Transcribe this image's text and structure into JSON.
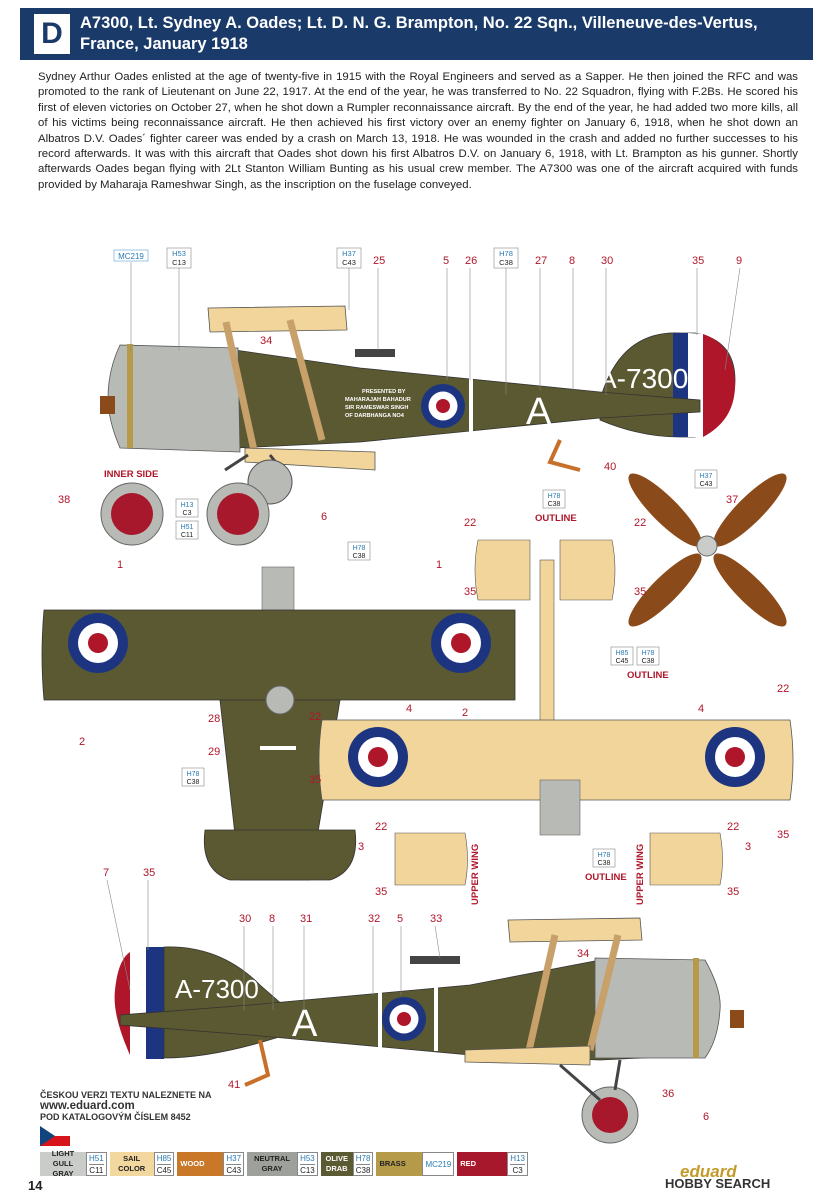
{
  "header": {
    "letter": "D",
    "title": "A7300, Lt. Sydney A. Oades; Lt. D. N. G. Brampton, No. 22 Sqn., Villeneuve-des-Vertus, France, January 1918"
  },
  "description": "Sydney Arthur Oades enlisted at the age of twenty-five in 1915 with the Royal Engineers and served as a Sapper. He then joined the RFC and was promoted to the rank of Lieutenant on June 22, 1917. At the end of the year, he was transferred to No. 22 Squadron, flying with F.2Bs. He scored his first of eleven victories on October 27, when he shot down a Rumpler reconnaissance aircraft. By the end of the year, he had added two more kills, all of his victims being reconnaissance aircraft. He then achieved his first victory over an enemy fighter on January 6, 1918, when he shot down an Albatros D.V. Oades´ fighter career was ended by a crash on March 13, 1918. He was wounded in the crash and added no further successes to his record afterwards. It was with this aircraft that Oades shot down his first Albatros D.V. on January 6, 1918, with Lt. Brampton as his gunner. Shortly afterwards Oades began flying with 2Lt Stanton William Bunting as his usual crew member. The A7300 was one of the aircraft acquired with funds provided by Maharaja Rameshwar Singh, as the inscription on the fuselage conveyed.",
  "markings": {
    "serial": "A-7300",
    "letter": "A",
    "inscription": [
      "PRESENTED BY",
      "MAHARAJAH BAHADUR",
      "SIR RAMESWAR SINGH",
      "OF DARBHANGA NO4"
    ]
  },
  "labels": {
    "inner_side": "INNER SIDE",
    "outline": "OUTLINE",
    "upper_wing": "UPPER WING"
  },
  "callouts": {
    "top_profile": [
      "25",
      "5",
      "26",
      "27",
      "8",
      "30",
      "35",
      "9",
      "34",
      "40"
    ],
    "wheel": [
      "38",
      "6"
    ],
    "propeller": [
      "37"
    ],
    "upper_view": [
      "1",
      "2",
      "28",
      "29"
    ],
    "lower_view": [
      "22",
      "35",
      "4",
      "3",
      "2"
    ],
    "bottom_profile": [
      "7",
      "35",
      "30",
      "8",
      "31",
      "32",
      "5",
      "33",
      "34",
      "41",
      "36",
      "6"
    ]
  },
  "color_codes": {
    "mc219": "MC219",
    "h53c13": [
      "H53",
      "C13"
    ],
    "h37c43": [
      "H37",
      "C43"
    ],
    "h78c38": [
      "H78",
      "C38"
    ],
    "h13c3": [
      "H13",
      "C3"
    ],
    "h51c11": [
      "H51",
      "C11"
    ],
    "h85c45": [
      "H85",
      "C45"
    ]
  },
  "footer": {
    "note_line1": "ČESKOU VERZI TEXTU NALEZNETE NA",
    "note_url": "www.eduard.com",
    "note_line2": "POD KATALOGOVÝM ČÍSLEM 8452",
    "page_number": "14",
    "brand": "eduard",
    "watermark": "HOBBY SEARCH"
  },
  "legend": [
    {
      "name": "LIGHT GULL GRAY",
      "h": "H51",
      "c": "C11",
      "color": "#c9ccc8",
      "text": "#222"
    },
    {
      "name": "SAIL COLOR",
      "h": "H85",
      "c": "C45",
      "color": "#f2d79e",
      "text": "#222"
    },
    {
      "name": "WOOD",
      "h": "H37",
      "c": "C43",
      "color": "#c9782a",
      "text": "#fff"
    },
    {
      "name": "NEUTRAL GRAY",
      "h": "H53",
      "c": "C13",
      "color": "#9ea09c",
      "text": "#222"
    },
    {
      "name": "OLIVE DRAB",
      "h": "H78",
      "c": "C38",
      "color": "#5c5a32",
      "text": "#fff"
    },
    {
      "name": "BRASS",
      "h": "",
      "c": "MC219",
      "color": "#b59a4a",
      "text": "#222"
    },
    {
      "name": "RED",
      "h": "H13",
      "c": "C3",
      "color": "#a8182c",
      "text": "#fff"
    }
  ]
}
